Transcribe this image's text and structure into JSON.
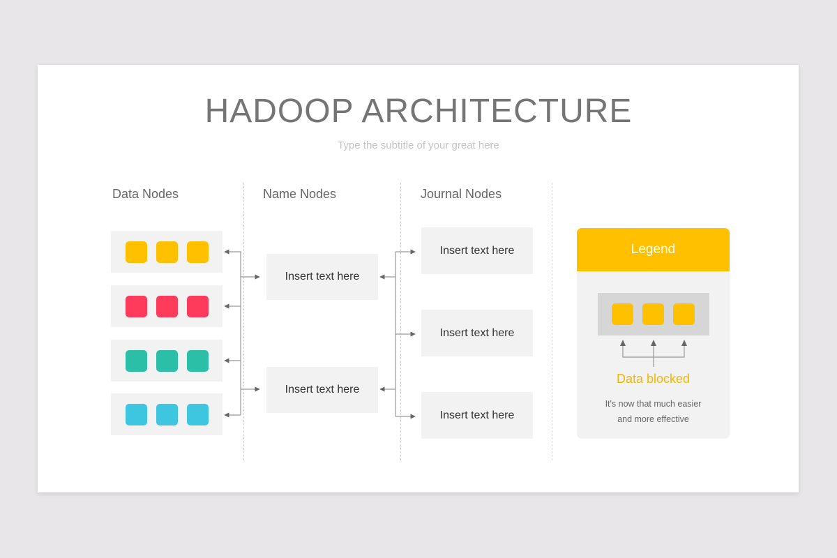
{
  "title": "HADOOP ARCHITECTURE",
  "subtitle": "Type the subtitle of your great here",
  "columns": {
    "data": "Data Nodes",
    "name": "Name Nodes",
    "journal": "Journal Nodes"
  },
  "data_node_colors": [
    "#ffc000",
    "#ff3b5c",
    "#2bbfa8",
    "#3ec6e0"
  ],
  "name_nodes": [
    "Insert text here",
    "Insert text here"
  ],
  "journal_nodes": [
    "Insert text here",
    "Insert text here",
    "Insert text here"
  ],
  "legend": {
    "title": "Legend",
    "label": "Data blocked",
    "desc_line1": "It's now that much easier",
    "desc_line2": "and more effective",
    "color": "#ffc000"
  }
}
